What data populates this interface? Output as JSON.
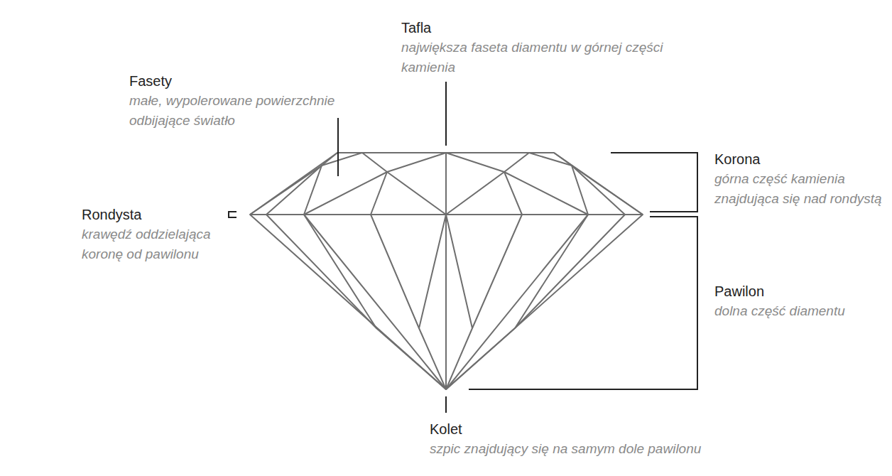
{
  "diagram": {
    "labels": [
      "Tafla",
      "największa faseta diamentu w górnej części kamienia",
      "Fasety",
      "małe, wypolerowane powierzchnie odbijające światło",
      "Korona",
      "górna część kamienia znajdująca się nad rondystą",
      "Rondysta",
      "krawędź oddzielająca koronę od pawilonu",
      "Pawilon",
      "dolna część diamentu",
      "Kolet",
      "szpic znajdujący się na samym dole pawilonu"
    ]
  }
}
